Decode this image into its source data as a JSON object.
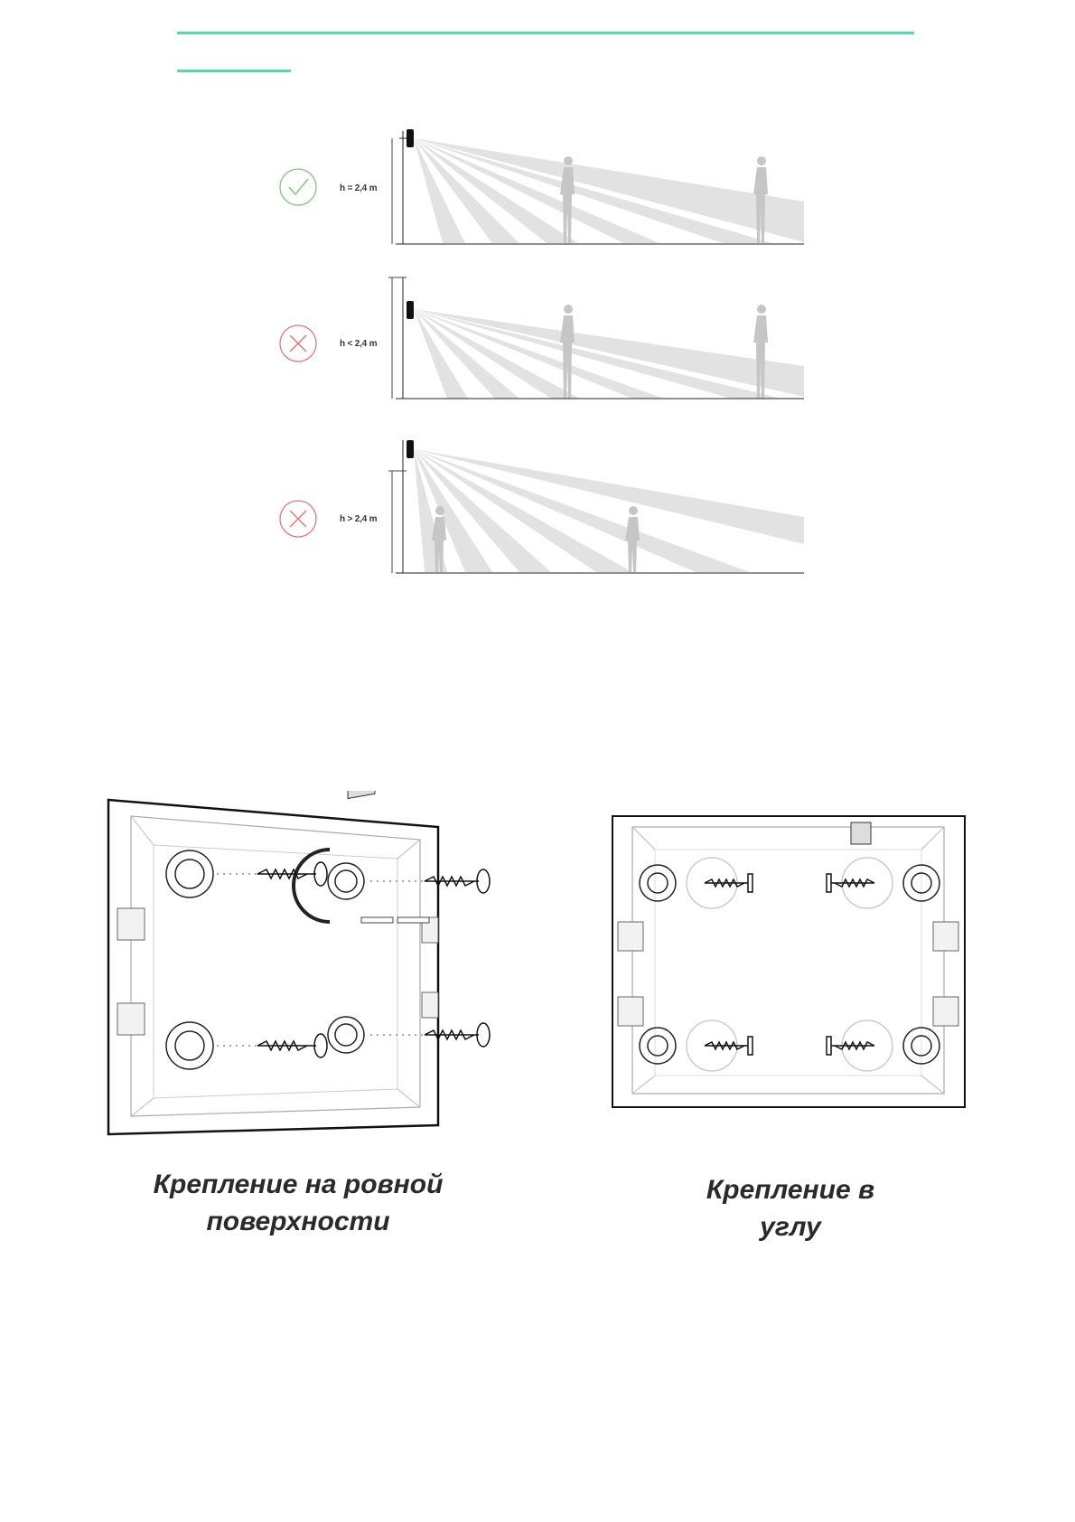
{
  "colors": {
    "accent": "#4fdca6",
    "ok": "#7ec77e",
    "bad": "#e07a7a",
    "beam": "#d8d8d8",
    "person": "#c4c4c4",
    "line": "#111111"
  },
  "height_diagrams": [
    {
      "label": "h = 2,4 m",
      "status": "correct",
      "icon": "check-icon"
    },
    {
      "label": "h < 2,4 m",
      "status": "incorrect",
      "icon": "cross-icon"
    },
    {
      "label": "h > 2,4 m",
      "status": "incorrect",
      "icon": "cross-icon"
    }
  ],
  "mounting": {
    "flat": {
      "caption_line1": "Крепление на ровной",
      "caption_line2": "поверхности"
    },
    "corner": {
      "caption_line1": "Крепление в",
      "caption_line2": "углу"
    }
  }
}
